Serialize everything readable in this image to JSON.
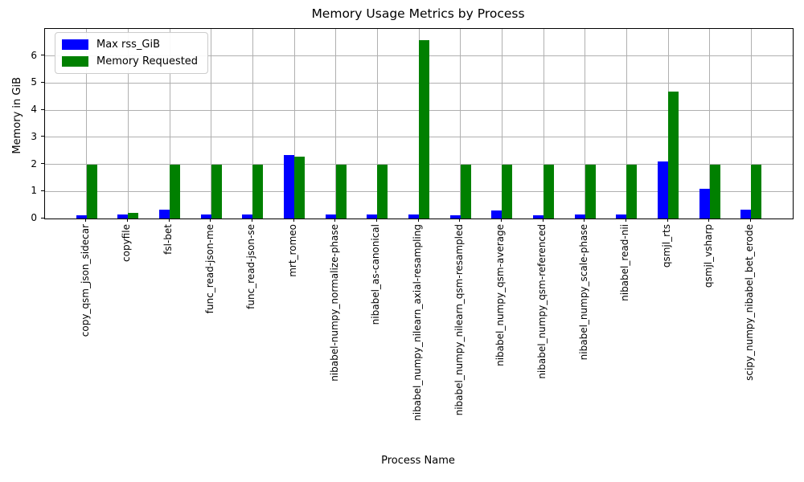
{
  "chart_data": {
    "type": "bar",
    "title": "Memory Usage Metrics by Process",
    "xlabel": "Process Name",
    "ylabel": "Memory in GiB",
    "categories": [
      "copy_qsm_json_sidecar",
      "copyfile",
      "fsl-bet",
      "func_read-json-me",
      "func_read-json-se",
      "mrt_romeo",
      "nibabel-numpy_normalize-phase",
      "nibabel_as-canonical",
      "nibabel_numpy_nilearn_axial-resampling",
      "nibabel_numpy_nilearn_qsm-resampled",
      "nibabel_numpy_qsm-average",
      "nibabel_numpy_qsm-referenced",
      "nibabel_numpy_scale-phase",
      "nibabel_read-nii",
      "qsmjl_rts",
      "qsmjl_vsharp",
      "scipy_numpy_nibabel_bet_erode"
    ],
    "series": [
      {
        "name": "Max rss_GiB",
        "color": "#0000ff",
        "values": [
          0.11,
          0.14,
          0.32,
          0.14,
          0.14,
          2.35,
          0.14,
          0.14,
          0.14,
          0.11,
          0.3,
          0.11,
          0.14,
          0.14,
          2.1,
          1.1,
          0.32
        ]
      },
      {
        "name": "Memory Requested",
        "color": "#008000",
        "values": [
          2.0,
          0.2,
          2.0,
          2.0,
          2.0,
          2.27,
          2.0,
          2.0,
          6.6,
          2.0,
          2.0,
          2.0,
          2.0,
          2.0,
          4.7,
          2.0,
          2.0
        ]
      }
    ],
    "ylim": [
      0,
      7.0
    ],
    "yticks": [
      0,
      1,
      2,
      3,
      4,
      5,
      6
    ],
    "grid": true,
    "legend_position": "upper left"
  },
  "colors": {
    "grid": "#b0b0b0",
    "spine": "#000000",
    "background": "#ffffff",
    "text": "#000000"
  }
}
